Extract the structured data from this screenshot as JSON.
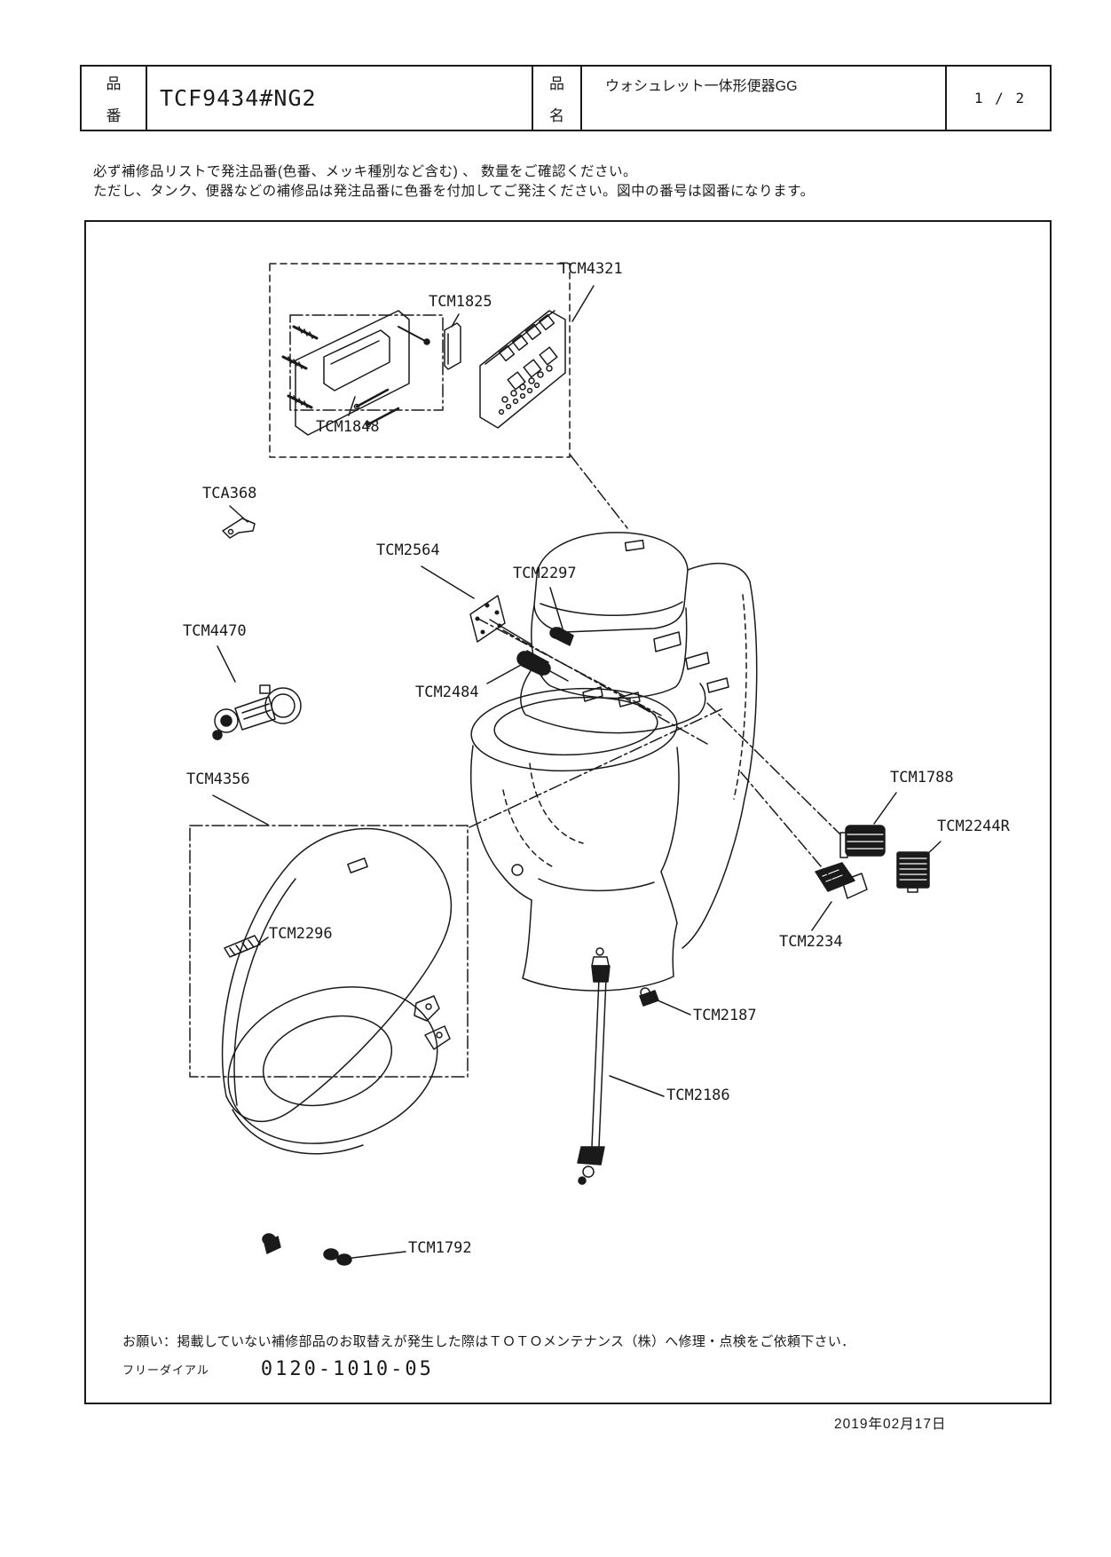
{
  "header": {
    "part_no_label_1": "品",
    "part_no_label_2": "番",
    "part_no": "TCF9434#NG2",
    "name_label_1": "品",
    "name_label_2": "名",
    "product_name": "ウォシュレット一体形便器GG",
    "page_indicator": "1 / 2"
  },
  "notice": {
    "line1": "必ず補修品リストで発注品番(色番、メッキ種別など含む) 、 数量をご確認ください。",
    "line2": "ただし、タンク、便器などの補修品は発注品番に色番を付加してご発注ください。図中の番号は図番になります。"
  },
  "diagram": {
    "labels": [
      {
        "id": "TCM1825",
        "text": "TCM1825"
      },
      {
        "id": "TCM4321",
        "text": "TCM4321"
      },
      {
        "id": "TCM1848",
        "text": "TCM1848"
      },
      {
        "id": "TCA368",
        "text": "TCA368"
      },
      {
        "id": "TCM2564",
        "text": "TCM2564"
      },
      {
        "id": "TCM2297",
        "text": "TCM2297"
      },
      {
        "id": "TCM4470",
        "text": "TCM4470"
      },
      {
        "id": "TCM2484",
        "text": "TCM2484"
      },
      {
        "id": "TCM4356",
        "text": "TCM4356"
      },
      {
        "id": "TCM1788",
        "text": "TCM1788"
      },
      {
        "id": "TCM2244R",
        "text": "TCM2244R"
      },
      {
        "id": "TCM2296",
        "text": "TCM2296"
      },
      {
        "id": "TCM2234",
        "text": "TCM2234"
      },
      {
        "id": "TCM2187",
        "text": "TCM2187"
      },
      {
        "id": "TCM2186",
        "text": "TCM2186"
      },
      {
        "id": "TCM1792",
        "text": "TCM1792"
      }
    ]
  },
  "footer": {
    "request": "お願い：掲載していない補修部品のお取替えが発生した際はＴＯＴＯメンテナンス（株）へ修理・点検をご依頼下さい．",
    "free_dial_label": "フリーダイアル",
    "phone": "0120-1010-05"
  },
  "date": "2019年02月17日"
}
